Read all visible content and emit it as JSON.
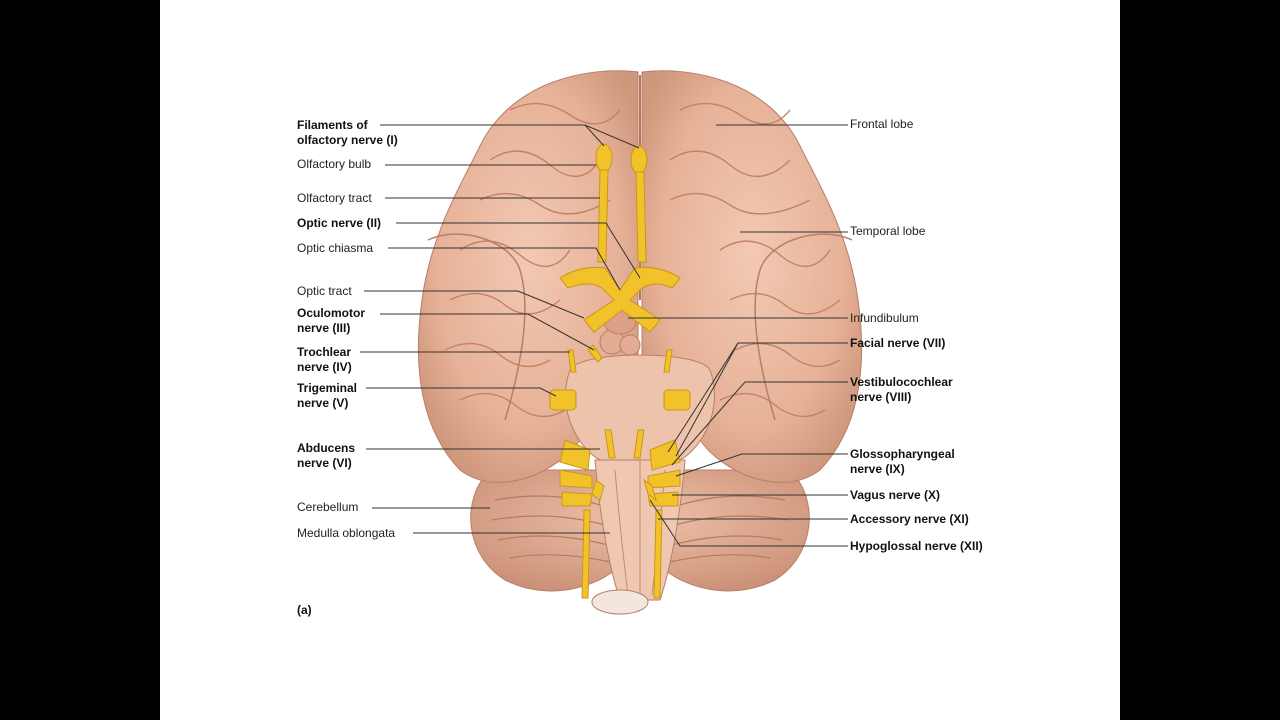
{
  "panel_tag": "(a)",
  "labels_left": [
    {
      "id": "olfactory-filaments",
      "bold": true,
      "line1": "Filaments of",
      "line2": "olfactory nerve (I)"
    },
    {
      "id": "olfactory-bulb",
      "bold": false,
      "line1": "Olfactory bulb",
      "line2": ""
    },
    {
      "id": "olfactory-tract",
      "bold": false,
      "line1": "Olfactory tract",
      "line2": ""
    },
    {
      "id": "optic-nerve",
      "bold": true,
      "line1": "Optic nerve (II)",
      "line2": ""
    },
    {
      "id": "optic-chiasma",
      "bold": false,
      "line1": "Optic chiasma",
      "line2": ""
    },
    {
      "id": "optic-tract",
      "bold": false,
      "line1": "Optic tract",
      "line2": ""
    },
    {
      "id": "oculomotor-nerve",
      "bold": true,
      "line1": "Oculomotor",
      "line2": "nerve (III)"
    },
    {
      "id": "trochlear-nerve",
      "bold": true,
      "line1": "Trochlear",
      "line2": "nerve (IV)"
    },
    {
      "id": "trigeminal-nerve",
      "bold": true,
      "line1": "Trigeminal",
      "line2": "nerve (V)"
    },
    {
      "id": "abducens-nerve",
      "bold": true,
      "line1": "Abducens",
      "line2": "nerve (VI)"
    },
    {
      "id": "cerebellum",
      "bold": false,
      "line1": "Cerebellum",
      "line2": ""
    },
    {
      "id": "medulla-oblongata",
      "bold": false,
      "line1": "Medulla oblongata",
      "line2": ""
    }
  ],
  "labels_right": [
    {
      "id": "frontal-lobe",
      "bold": false,
      "line1": "Frontal lobe",
      "line2": ""
    },
    {
      "id": "temporal-lobe",
      "bold": false,
      "line1": "Temporal lobe",
      "line2": ""
    },
    {
      "id": "infundibulum",
      "bold": false,
      "line1": "Infundibulum",
      "line2": ""
    },
    {
      "id": "facial-nerve",
      "bold": true,
      "line1": "Facial nerve (VII)",
      "line2": ""
    },
    {
      "id": "vestibulocochlear-nerve",
      "bold": true,
      "line1": "Vestibulocochlear",
      "line2": "nerve (VIII)"
    },
    {
      "id": "glossopharyngeal-nerve",
      "bold": true,
      "line1": "Glossopharyngeal",
      "line2": "nerve (IX)"
    },
    {
      "id": "vagus-nerve",
      "bold": true,
      "line1": "Vagus nerve (X)",
      "line2": ""
    },
    {
      "id": "accessory-nerve",
      "bold": true,
      "line1": "Accessory nerve (XI)",
      "line2": ""
    },
    {
      "id": "hypoglossal-nerve",
      "bold": true,
      "line1": "Hypoglossal nerve (XII)",
      "line2": ""
    }
  ],
  "colors": {
    "brain": "#e8b49c",
    "brain_shadow": "#c98d74",
    "nerve": "#f2c22a",
    "nerve_edge": "#c9971a",
    "leader": "#333333"
  }
}
